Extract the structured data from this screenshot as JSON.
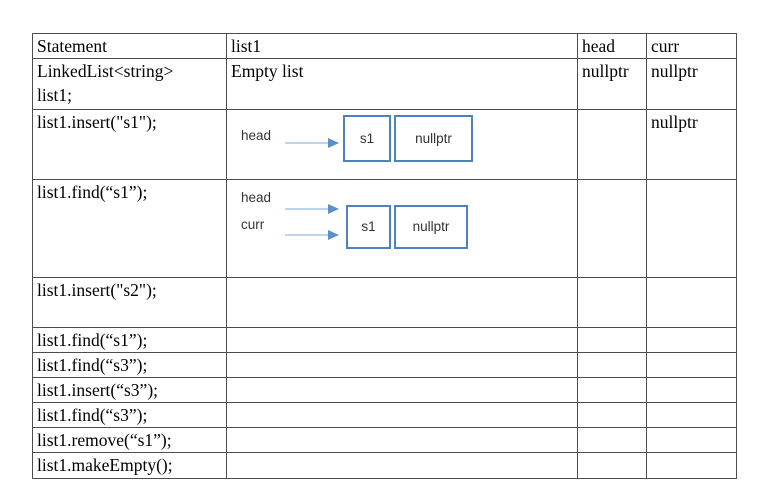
{
  "table": {
    "headers": {
      "statement": "Statement",
      "list1": "list1",
      "head": "head",
      "curr": "curr"
    },
    "rows": [
      {
        "statement": "LinkedList<string>\nlist1;",
        "list1": "Empty list",
        "head": "nullptr",
        "curr": "nullptr"
      },
      {
        "statement": "list1.insert(\"s1\");",
        "list1": "",
        "head": "",
        "curr": "nullptr"
      },
      {
        "statement": "list1.find(“s1”);",
        "list1": "",
        "head": "",
        "curr": ""
      },
      {
        "statement": "list1.insert(\"s2\");",
        "list1": "",
        "head": "",
        "curr": ""
      },
      {
        "statement": "list1.find(“s1”);",
        "list1": "",
        "head": "",
        "curr": ""
      },
      {
        "statement": "list1.find(“s3”);",
        "list1": "",
        "head": "",
        "curr": ""
      },
      {
        "statement": "list1.insert(“s3”);",
        "list1": "",
        "head": "",
        "curr": ""
      },
      {
        "statement": "list1.find(“s3”);",
        "list1": "",
        "head": "",
        "curr": ""
      },
      {
        "statement": "list1.remove(“s1”);",
        "list1": "",
        "head": "",
        "curr": ""
      },
      {
        "statement": "list1.makeEmpty();",
        "list1": "",
        "head": "",
        "curr": ""
      }
    ]
  },
  "diagrams": {
    "insert_s1": {
      "pointers": [
        {
          "label": "head"
        }
      ],
      "node": {
        "value": "s1",
        "next": "nullptr"
      }
    },
    "find_s1": {
      "pointers": [
        {
          "label": "head"
        },
        {
          "label": "curr"
        }
      ],
      "node": {
        "value": "s1",
        "next": "nullptr"
      }
    }
  },
  "colors": {
    "table_border": "#4d4d4d",
    "node_border": "#4f81bd",
    "arrow_line": "#a8c5e5",
    "arrow_head": "#5b8fc9",
    "text": "#000000",
    "diagram_text": "#333333"
  }
}
